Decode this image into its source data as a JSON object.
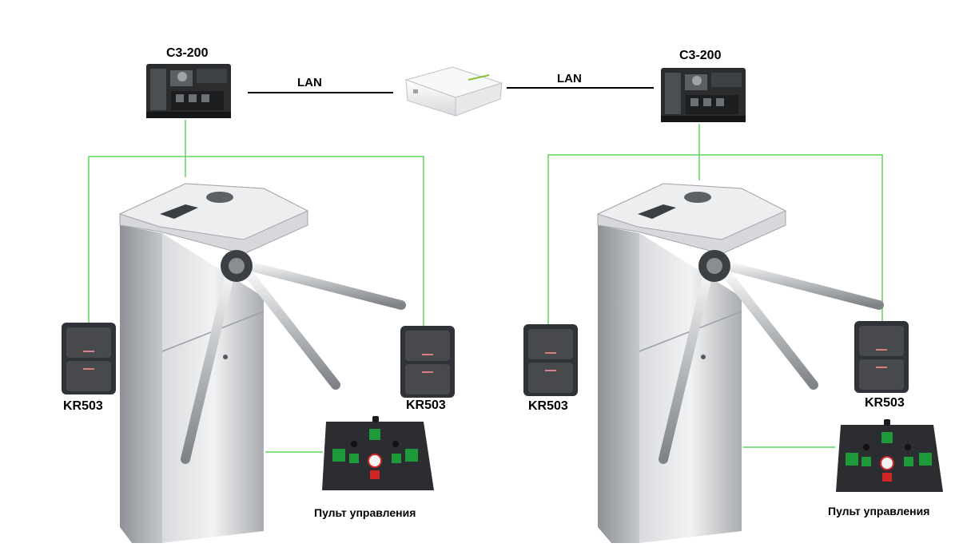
{
  "controllers": [
    {
      "label": "C3-200"
    },
    {
      "label": "C3-200"
    }
  ],
  "network": {
    "left_link_label": "LAN",
    "right_link_label": "LAN",
    "switch_icon": "network-switch"
  },
  "readers": [
    {
      "label": "KR503"
    },
    {
      "label": "KR503"
    },
    {
      "label": "KR503"
    },
    {
      "label": "KR503"
    }
  ],
  "panels": [
    {
      "label": "Пульт управления"
    },
    {
      "label": "Пульт управления"
    }
  ],
  "colors": {
    "wire": "#5fd35f",
    "lan_cable": "#000000",
    "turnstile_steel": "#b9bcc0",
    "reader_body": "#3a3d41",
    "panel_body": "#2b2d30",
    "panel_green": "#1f9a3a",
    "panel_red": "#d02525"
  }
}
